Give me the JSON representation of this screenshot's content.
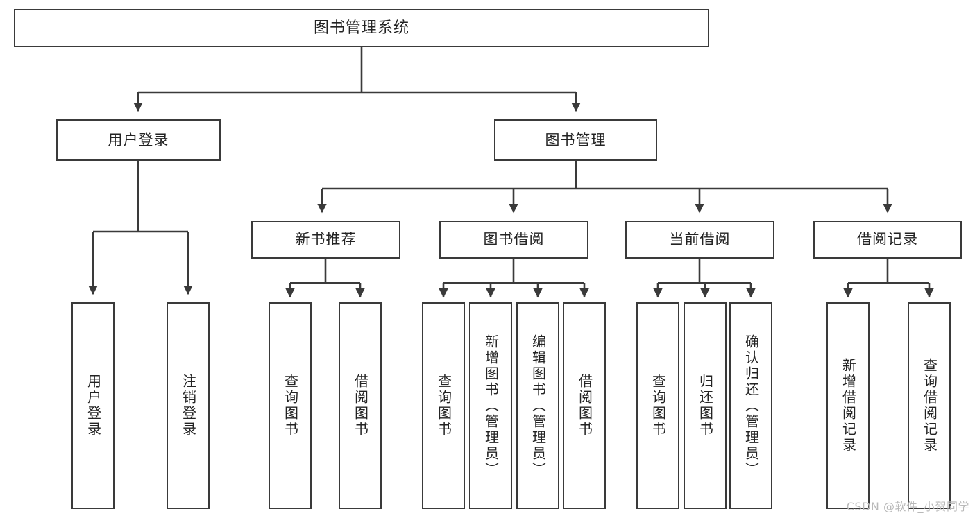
{
  "diagram": {
    "title": "图书管理系统",
    "type": "tree-hierarchy-diagram",
    "watermark": "CSDN @软件_小贺同学",
    "colors": {
      "box_border": "#3a3a3a",
      "box_fill": "#ffffff",
      "connector": "#3a3a3a",
      "text": "#232323",
      "watermark": "#b9b9b9",
      "background": "#ffffff"
    },
    "nodes": {
      "root": {
        "label": "图书管理系统"
      },
      "level2": [
        {
          "label": "用户登录"
        },
        {
          "label": "图书管理"
        }
      ],
      "level3": [
        {
          "label": "新书推荐"
        },
        {
          "label": "图书借阅"
        },
        {
          "label": "当前借阅"
        },
        {
          "label": "借阅记录"
        }
      ],
      "leaves": {
        "user_login": [
          {
            "label": "用户登录"
          },
          {
            "label": "注销登录"
          }
        ],
        "new_book_recommend": [
          {
            "label": "查询图书"
          },
          {
            "label": "借阅图书"
          }
        ],
        "book_borrow": [
          {
            "label": "查询图书"
          },
          {
            "label": "新增图书（管理员）"
          },
          {
            "label": "编辑图书（管理员）"
          },
          {
            "label": "借阅图书"
          }
        ],
        "current_borrow": [
          {
            "label": "查询图书"
          },
          {
            "label": "归还图书"
          },
          {
            "label": "确认归还（管理员）"
          }
        ],
        "borrow_record": [
          {
            "label": "新增借阅记录"
          },
          {
            "label": "查询借阅记录"
          }
        ]
      }
    }
  }
}
